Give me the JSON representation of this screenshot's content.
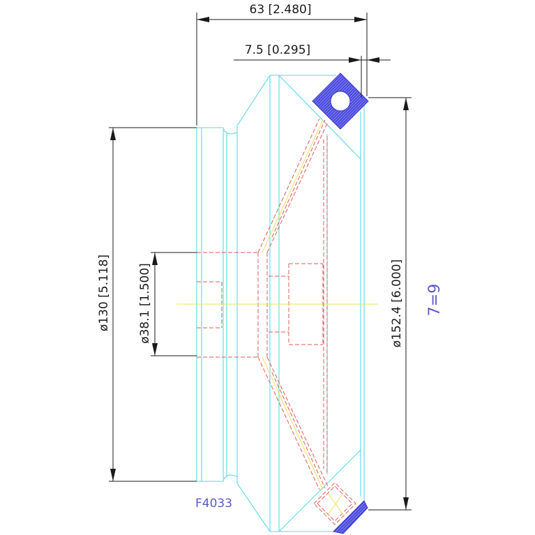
{
  "drawing": {
    "part_number": "F4033",
    "note": "7=9",
    "dimensions": {
      "overall_length": "63 [2.480]",
      "offset_length": "7.5 [0.295]",
      "dia_130": "ø130 [5.118]",
      "dia_38": "ø38.1 [1.500]",
      "dia_152": "ø152.4 [6.000]"
    },
    "colors": {
      "outline": "#58d8e8",
      "hidden": "#e25a5a",
      "centerline": "#e6e65a",
      "dimension": "#1a1a1a",
      "hatch": "#4a4ae0",
      "label": "#5a5acb"
    }
  }
}
